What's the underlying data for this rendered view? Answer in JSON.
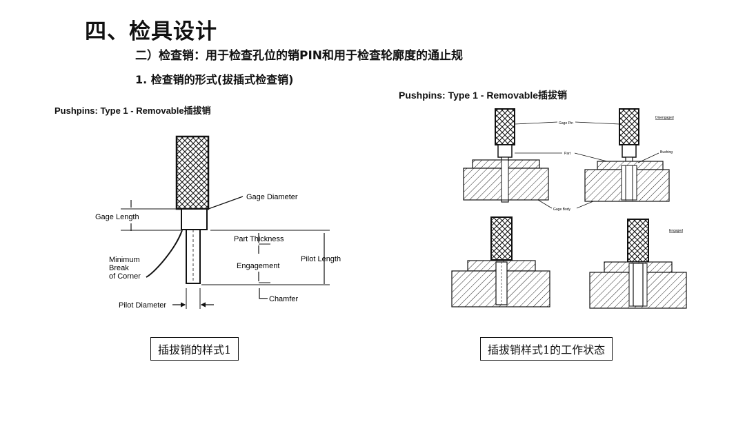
{
  "slide": {
    "title": "四、检具设计",
    "subtitle": "二）检查销：用于检查孔位的销PIN和用于检查轮廓度的通止规",
    "section": "1. 检查销的形式(拔插式检查销)"
  },
  "left_figure": {
    "caption": "Pushpins: Type 1 -  Removable插拔销",
    "labels": {
      "gage_diameter": "Gage Diameter",
      "gage_length": "Gage Length",
      "part_thickness": "Part Thickness",
      "pilot_length": "Pilot Length",
      "engagement": "Engagement",
      "minimum": "Minimum",
      "break": "Break",
      "of_corner": "of Corner",
      "chamfer": "Chamfer",
      "pilot_diameter": "Pilot Diameter"
    },
    "box_label": "插拔销的样式1"
  },
  "right_figure": {
    "caption": "Pushpins: Type 1 - Removable插拔销",
    "labels": {
      "gage_pin": "Gage Pin",
      "part": "Part",
      "bushing": "Bushing",
      "gage_body": "Gage Body",
      "disengaged": "Disengaged",
      "engaged": "Engaged"
    },
    "box_label": "插拔销样式1的工作状态"
  }
}
